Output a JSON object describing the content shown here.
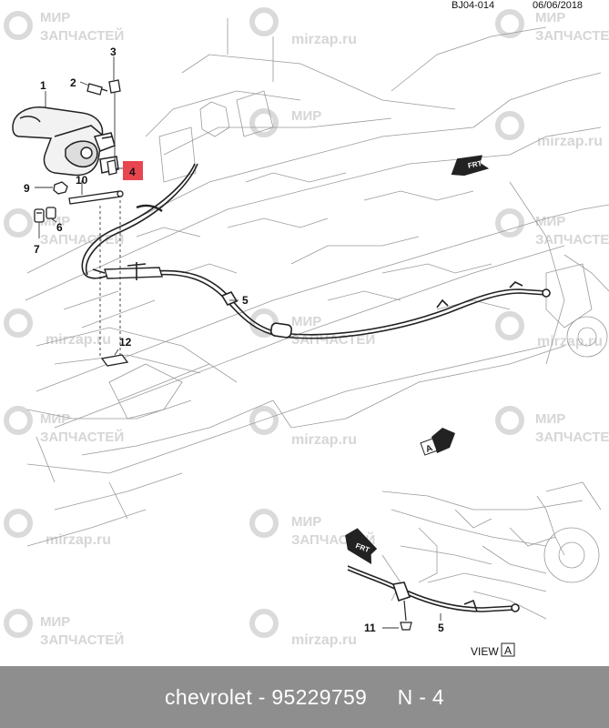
{
  "header": {
    "diagram_code": "BJ04-014",
    "date": "06/06/2018"
  },
  "callouts": {
    "c1": "1",
    "c2": "2",
    "c3": "3",
    "c4": "4",
    "c5a": "5",
    "c5b": "5",
    "c6": "6",
    "c7": "7",
    "c9": "9",
    "c10": "10",
    "c11": "11",
    "c12": "12"
  },
  "direction_markers": {
    "frt_top": "FRT",
    "frt_detail": "FRT",
    "view_arrow_letter": "A"
  },
  "detail_view": {
    "label": "VIEW",
    "letter": "A"
  },
  "watermarks": {
    "line1": "МИР",
    "line2": "ЗАПЧАСТЕЙ",
    "domain": "mirzap.ru"
  },
  "footer": {
    "caption": "chevrolet - 95229759     N - 4"
  },
  "colors": {
    "highlight": "#e8454f",
    "caption_bar": "#8e8e8e",
    "caption_text": "#ffffff",
    "line_art": "#222222",
    "watermark": "#d2d2d2"
  }
}
